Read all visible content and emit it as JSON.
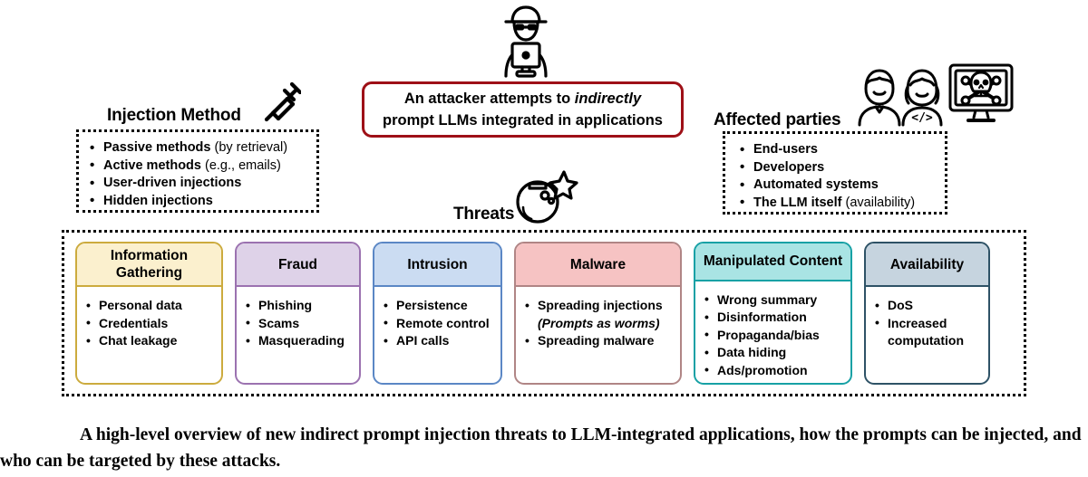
{
  "figure": {
    "caption": "A high-level overview of new indirect prompt injection threats to LLM-integrated applications, how the prompts can be injected, and who can be targeted by these attacks."
  },
  "injection_method": {
    "title": "Injection Method",
    "icon": "syringe-icon",
    "items": [
      {
        "bold": "Passive methods",
        "plain": " (by retrieval)"
      },
      {
        "bold": "Active methods",
        "plain": " (e.g., emails)"
      },
      {
        "bold": "User-driven injections",
        "plain": ""
      },
      {
        "bold": "Hidden injections",
        "plain": ""
      }
    ]
  },
  "attacker": {
    "icon": "hacker-at-computer-icon",
    "line1_pre": "An attacker attempts to ",
    "line1_italic": "indirectly",
    "line2": "prompt LLMs integrated in applications",
    "border_color": "#9e1017"
  },
  "affected_parties": {
    "title": "Affected parties",
    "icons": [
      "user-male-icon",
      "user-female-developer-icon",
      "monitor-skull-icon"
    ],
    "items": [
      {
        "bold": "End-users",
        "plain": ""
      },
      {
        "bold": "Developers",
        "plain": ""
      },
      {
        "bold": "Automated systems",
        "plain": ""
      },
      {
        "bold": "The LLM itself",
        "plain": " (availability)"
      }
    ]
  },
  "threats": {
    "title": "Threats",
    "icon": "bomb-icon",
    "cards": [
      {
        "title": "Information Gathering",
        "border_color": "#ccab3e",
        "header_color": "#fbf0ce",
        "width": 163,
        "items": [
          "Personal data",
          "Credentials",
          "Chat leakage"
        ]
      },
      {
        "title": "Fraud",
        "border_color": "#9b72b0",
        "header_color": "#ded2e8",
        "width": 139,
        "items": [
          "Phishing",
          "Scams",
          "Masquerading"
        ]
      },
      {
        "title": "Intrusion",
        "border_color": "#5b87c5",
        "header_color": "#cbdcf2",
        "width": 143,
        "items": [
          "Persistence",
          "Remote control",
          "API calls"
        ]
      },
      {
        "title": "Malware",
        "border_color": "#b08585",
        "header_color": "#f6c3c3",
        "width": 185,
        "items": [
          "Spreading injections",
          "Spreading malware"
        ],
        "sub_note": "(Prompts as worms)",
        "sub_after_index": 0
      },
      {
        "title": "Manipulated Content",
        "border_color": "#17a1a5",
        "header_color": "#a9e4e4",
        "width": 175,
        "items": [
          "Wrong summary",
          "Disinformation",
          "Propaganda/bias",
          "Data hiding",
          "Ads/promotion"
        ]
      },
      {
        "title": "Availability",
        "border_color": "#2e5266",
        "header_color": "#c6d4df",
        "width": 139,
        "items": [
          "DoS",
          "Increased computation"
        ]
      }
    ]
  }
}
